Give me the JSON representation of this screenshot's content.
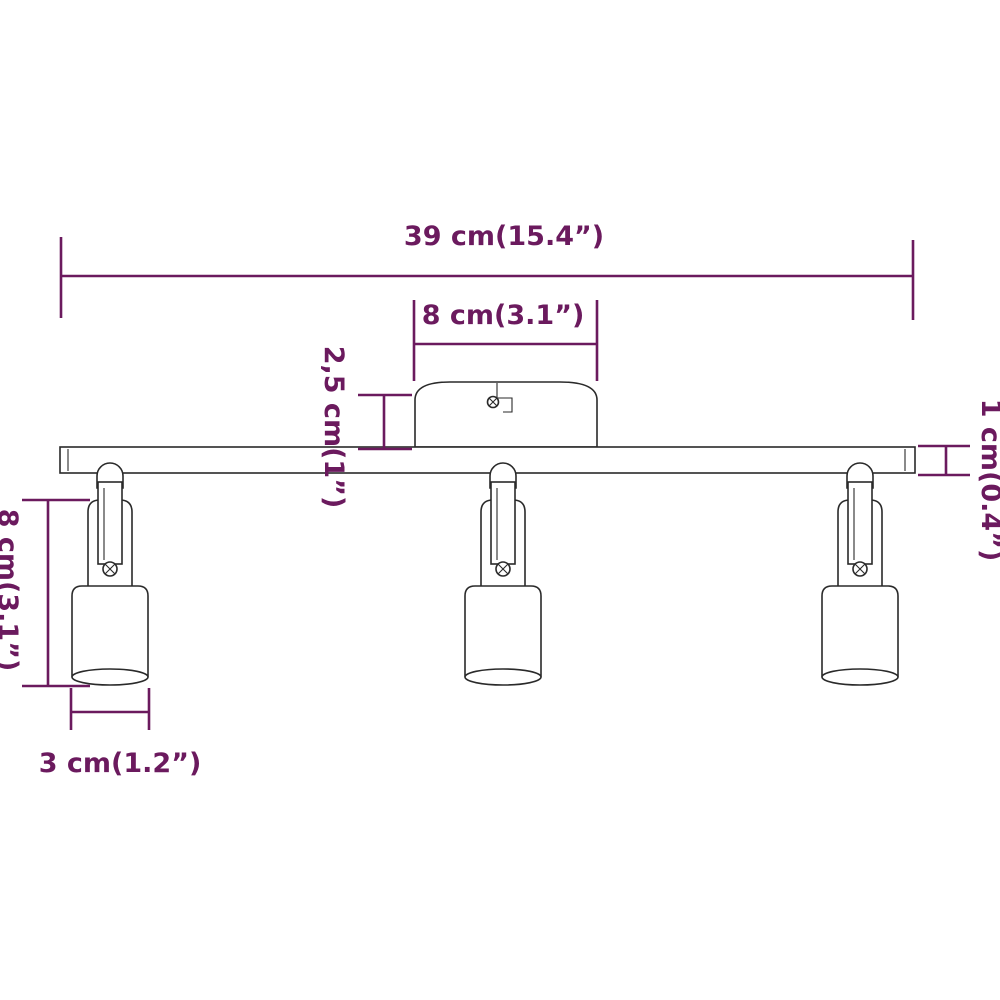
{
  "colors": {
    "dimension": "#6b1a5e",
    "outline": "#2a2a2a",
    "background": "#ffffff"
  },
  "dimensions": {
    "total_length": "39 cm(15.4”)",
    "base_width": "8 cm(3.1”)",
    "base_height": "2,5 cm(1”)",
    "rail_thickness": "1 cm(0.4”)",
    "spot_height": "8 cm(3.1”)",
    "spot_diameter": "3 cm(1.2”)"
  }
}
